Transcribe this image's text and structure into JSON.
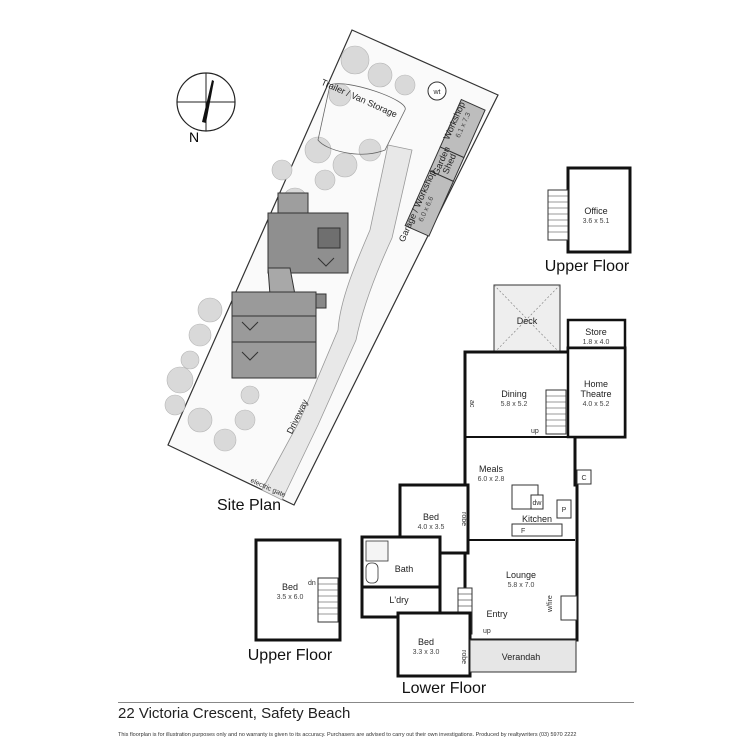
{
  "address": "22 Victoria Crescent, Safety Beach",
  "disclaimer": "This floorplan is for illustration purposes only and no warranty is given to its accuracy. Purchasers are advised to carry out their own investigations. Produced by realtywriters (03) 5970 2222",
  "compass": {
    "label": "N"
  },
  "site_plan": {
    "title": "Site Plan",
    "labels": {
      "trailer": "Trailer / Van Storage",
      "wt": "wt",
      "workshop": "Workshop",
      "workshop_dim": "6.1 x 7.3",
      "garden_shed": "Garden Shed",
      "garage": "Garage / Workshop",
      "garage_dim": "6.0 x 6.6",
      "driveway": "Driveway",
      "electric_gate": "electric gate"
    }
  },
  "upper_floor_office": {
    "title": "Upper Floor",
    "room": "Office",
    "dim": "3.6 x 5.1"
  },
  "upper_floor_bed": {
    "title": "Upper Floor",
    "room": "Bed",
    "dim": "3.5 x 6.0",
    "dn": "dn"
  },
  "lower_floor": {
    "title": "Lower Floor",
    "rooms": {
      "deck": "Deck",
      "store": "Store",
      "store_dim": "1.8 x 4.0",
      "dining": "Dining",
      "dining_dim": "5.8 x 5.2",
      "home_theatre_1": "Home",
      "home_theatre_2": "Theatre",
      "home_theatre_dim": "4.0 x 5.2",
      "meals": "Meals",
      "meals_dim": "6.0 x 2.8",
      "kitchen": "Kitchen",
      "bed1": "Bed",
      "bed1_dim": "4.0 x 3.5",
      "bath": "Bath",
      "ldry": "L'dry",
      "lounge": "Lounge",
      "lounge_dim": "5.8 x 7.0",
      "entry": "Entry",
      "bed2": "Bed",
      "bed2_dim": "3.3 x 3.0",
      "verandah": "Verandah"
    },
    "marks": {
      "ac": "ac",
      "up1": "up",
      "up2": "up",
      "robe1": "robe",
      "robe2": "robe",
      "dw": "dw",
      "p": "P",
      "f": "F",
      "c": "C",
      "wfire": "w/fire"
    }
  }
}
